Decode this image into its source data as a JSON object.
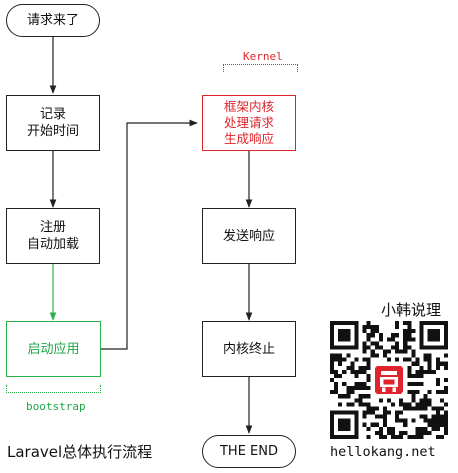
{
  "flow": {
    "start": "请求来了",
    "record": [
      "记录",
      "开始时间"
    ],
    "register": [
      "注册",
      "自动加载"
    ],
    "start_app": "启动应用",
    "kernel_handle": [
      "框架内核",
      "处理请求",
      "生成响应"
    ],
    "send_response": "发送响应",
    "terminate": "内核终止",
    "end": "THE END"
  },
  "labels": {
    "kernel": "Kernel",
    "bootstrap": "bootstrap"
  },
  "footer": {
    "title": "Laravel总体执行流程",
    "brand": "小韩说理",
    "site": "hellokang.net"
  },
  "colors": {
    "stroke": "#222222",
    "bootstrap_green": "#2bb24c",
    "kernel_red": "#e0242b"
  },
  "qr_icon": "qr-code"
}
